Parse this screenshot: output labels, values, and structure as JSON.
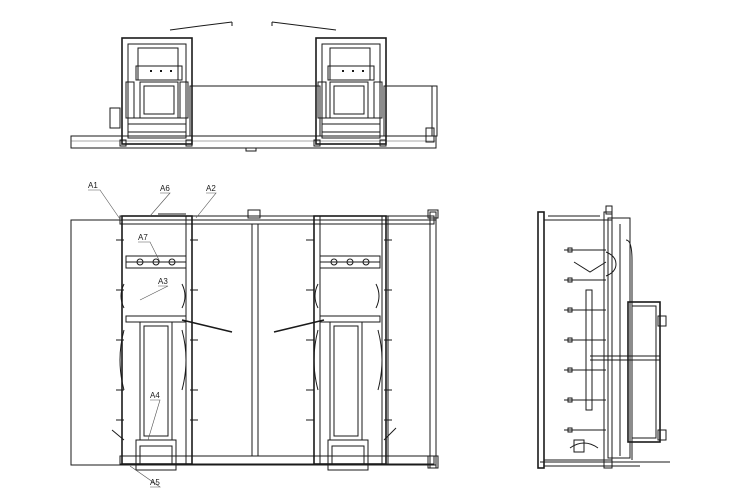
{
  "callouts": [
    {
      "id": "a1",
      "text": "A1"
    },
    {
      "id": "a6",
      "text": "A6"
    },
    {
      "id": "a2",
      "text": "A2"
    },
    {
      "id": "a7",
      "text": "A7"
    },
    {
      "id": "a3",
      "text": "A3"
    },
    {
      "id": "a4",
      "text": "A4"
    },
    {
      "id": "a5",
      "text": "A5"
    }
  ],
  "colors": {
    "line": "#1a1a1a",
    "background": "#ffffff"
  }
}
